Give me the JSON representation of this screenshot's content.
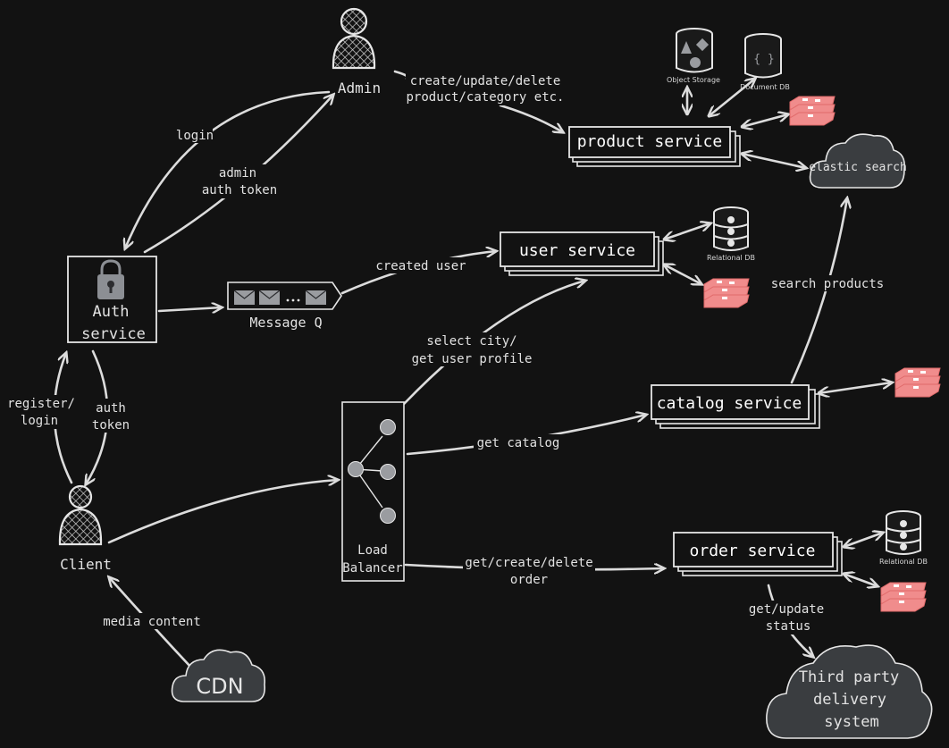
{
  "nodes": {
    "admin": "Admin",
    "client": "Client",
    "auth_line1": "Auth",
    "auth_line2": "service",
    "message_q": "Message Q",
    "lb_line1": "Load",
    "lb_line2": "Balancer",
    "cdn": "CDN",
    "product_service": "product service",
    "user_service": "user service",
    "catalog_service": "catalog service",
    "order_service": "order service",
    "elastic_search": "elastic search",
    "object_storage": "Object Storage",
    "document_db": "Document DB",
    "document_db_glyph": "{ }",
    "relational_db_user": "Relational DB",
    "relational_db_order": "Relational DB",
    "third_party_line1": "Third party",
    "third_party_line2": "delivery",
    "third_party_line3": "system"
  },
  "edges": {
    "admin_to_product_line1": "create/update/delete",
    "admin_to_product_line2": "product/category etc.",
    "login": "login",
    "admin_token_line1": "admin",
    "admin_token_line2": "auth token",
    "created_user": "created user",
    "register_line1": "register/",
    "register_line2": "login",
    "auth_token_line1": "auth",
    "auth_token_line2": "token",
    "select_city_line1": "select city/",
    "select_city_line2": "get user profile",
    "search_products": "search products",
    "get_catalog": "get catalog",
    "get_order_line1": "get/create/delete",
    "get_order_line2": "order",
    "get_status_line1": "get/update",
    "get_status_line2": "status",
    "media_content": "media content"
  },
  "colors": {
    "background": "#121212",
    "stroke": "#dcdcdc",
    "cache_red": "#f08c8c",
    "cloud_fill": "#3a3d40"
  }
}
